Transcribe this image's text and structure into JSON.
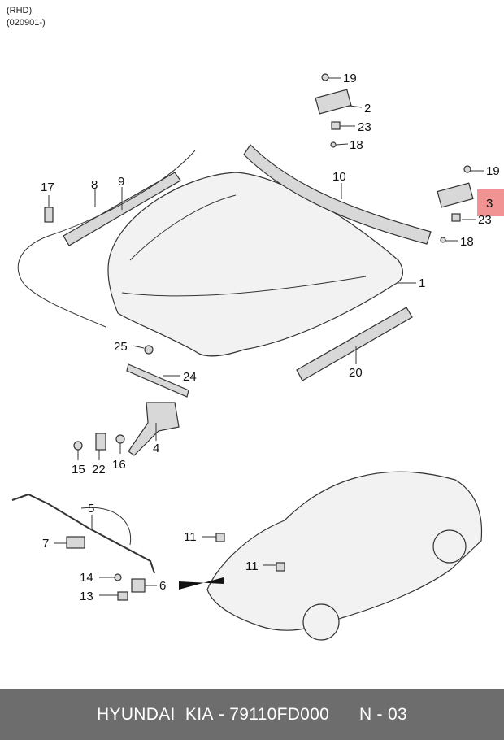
{
  "header": {
    "line1": "(RHD)",
    "line2": "(020901-)"
  },
  "callouts": [
    {
      "id": "c19a",
      "text": "19"
    },
    {
      "id": "c2",
      "text": "2"
    },
    {
      "id": "c23a",
      "text": "23"
    },
    {
      "id": "c18a",
      "text": "18"
    },
    {
      "id": "c17",
      "text": "17"
    },
    {
      "id": "c8",
      "text": "8"
    },
    {
      "id": "c9",
      "text": "9"
    },
    {
      "id": "c10",
      "text": "10"
    },
    {
      "id": "c19b",
      "text": "19"
    },
    {
      "id": "c3",
      "text": "3"
    },
    {
      "id": "c23b",
      "text": "23"
    },
    {
      "id": "c18b",
      "text": "18"
    },
    {
      "id": "c1",
      "text": "1"
    },
    {
      "id": "c25",
      "text": "25"
    },
    {
      "id": "c24",
      "text": "24"
    },
    {
      "id": "c20",
      "text": "20"
    },
    {
      "id": "c4",
      "text": "4"
    },
    {
      "id": "c15",
      "text": "15"
    },
    {
      "id": "c22",
      "text": "22"
    },
    {
      "id": "c16",
      "text": "16"
    },
    {
      "id": "c5",
      "text": "5"
    },
    {
      "id": "c7",
      "text": "7"
    },
    {
      "id": "c14",
      "text": "14"
    },
    {
      "id": "c6",
      "text": "6"
    },
    {
      "id": "c13",
      "text": "13"
    },
    {
      "id": "c11a",
      "text": "11"
    },
    {
      "id": "c11b",
      "text": "11"
    }
  ],
  "highlight": {
    "label": "3",
    "color": "#f08080"
  },
  "footer": {
    "brand": "HYUNDAI  KIA",
    "part_number": "79110FD000",
    "page": "N - 03"
  }
}
